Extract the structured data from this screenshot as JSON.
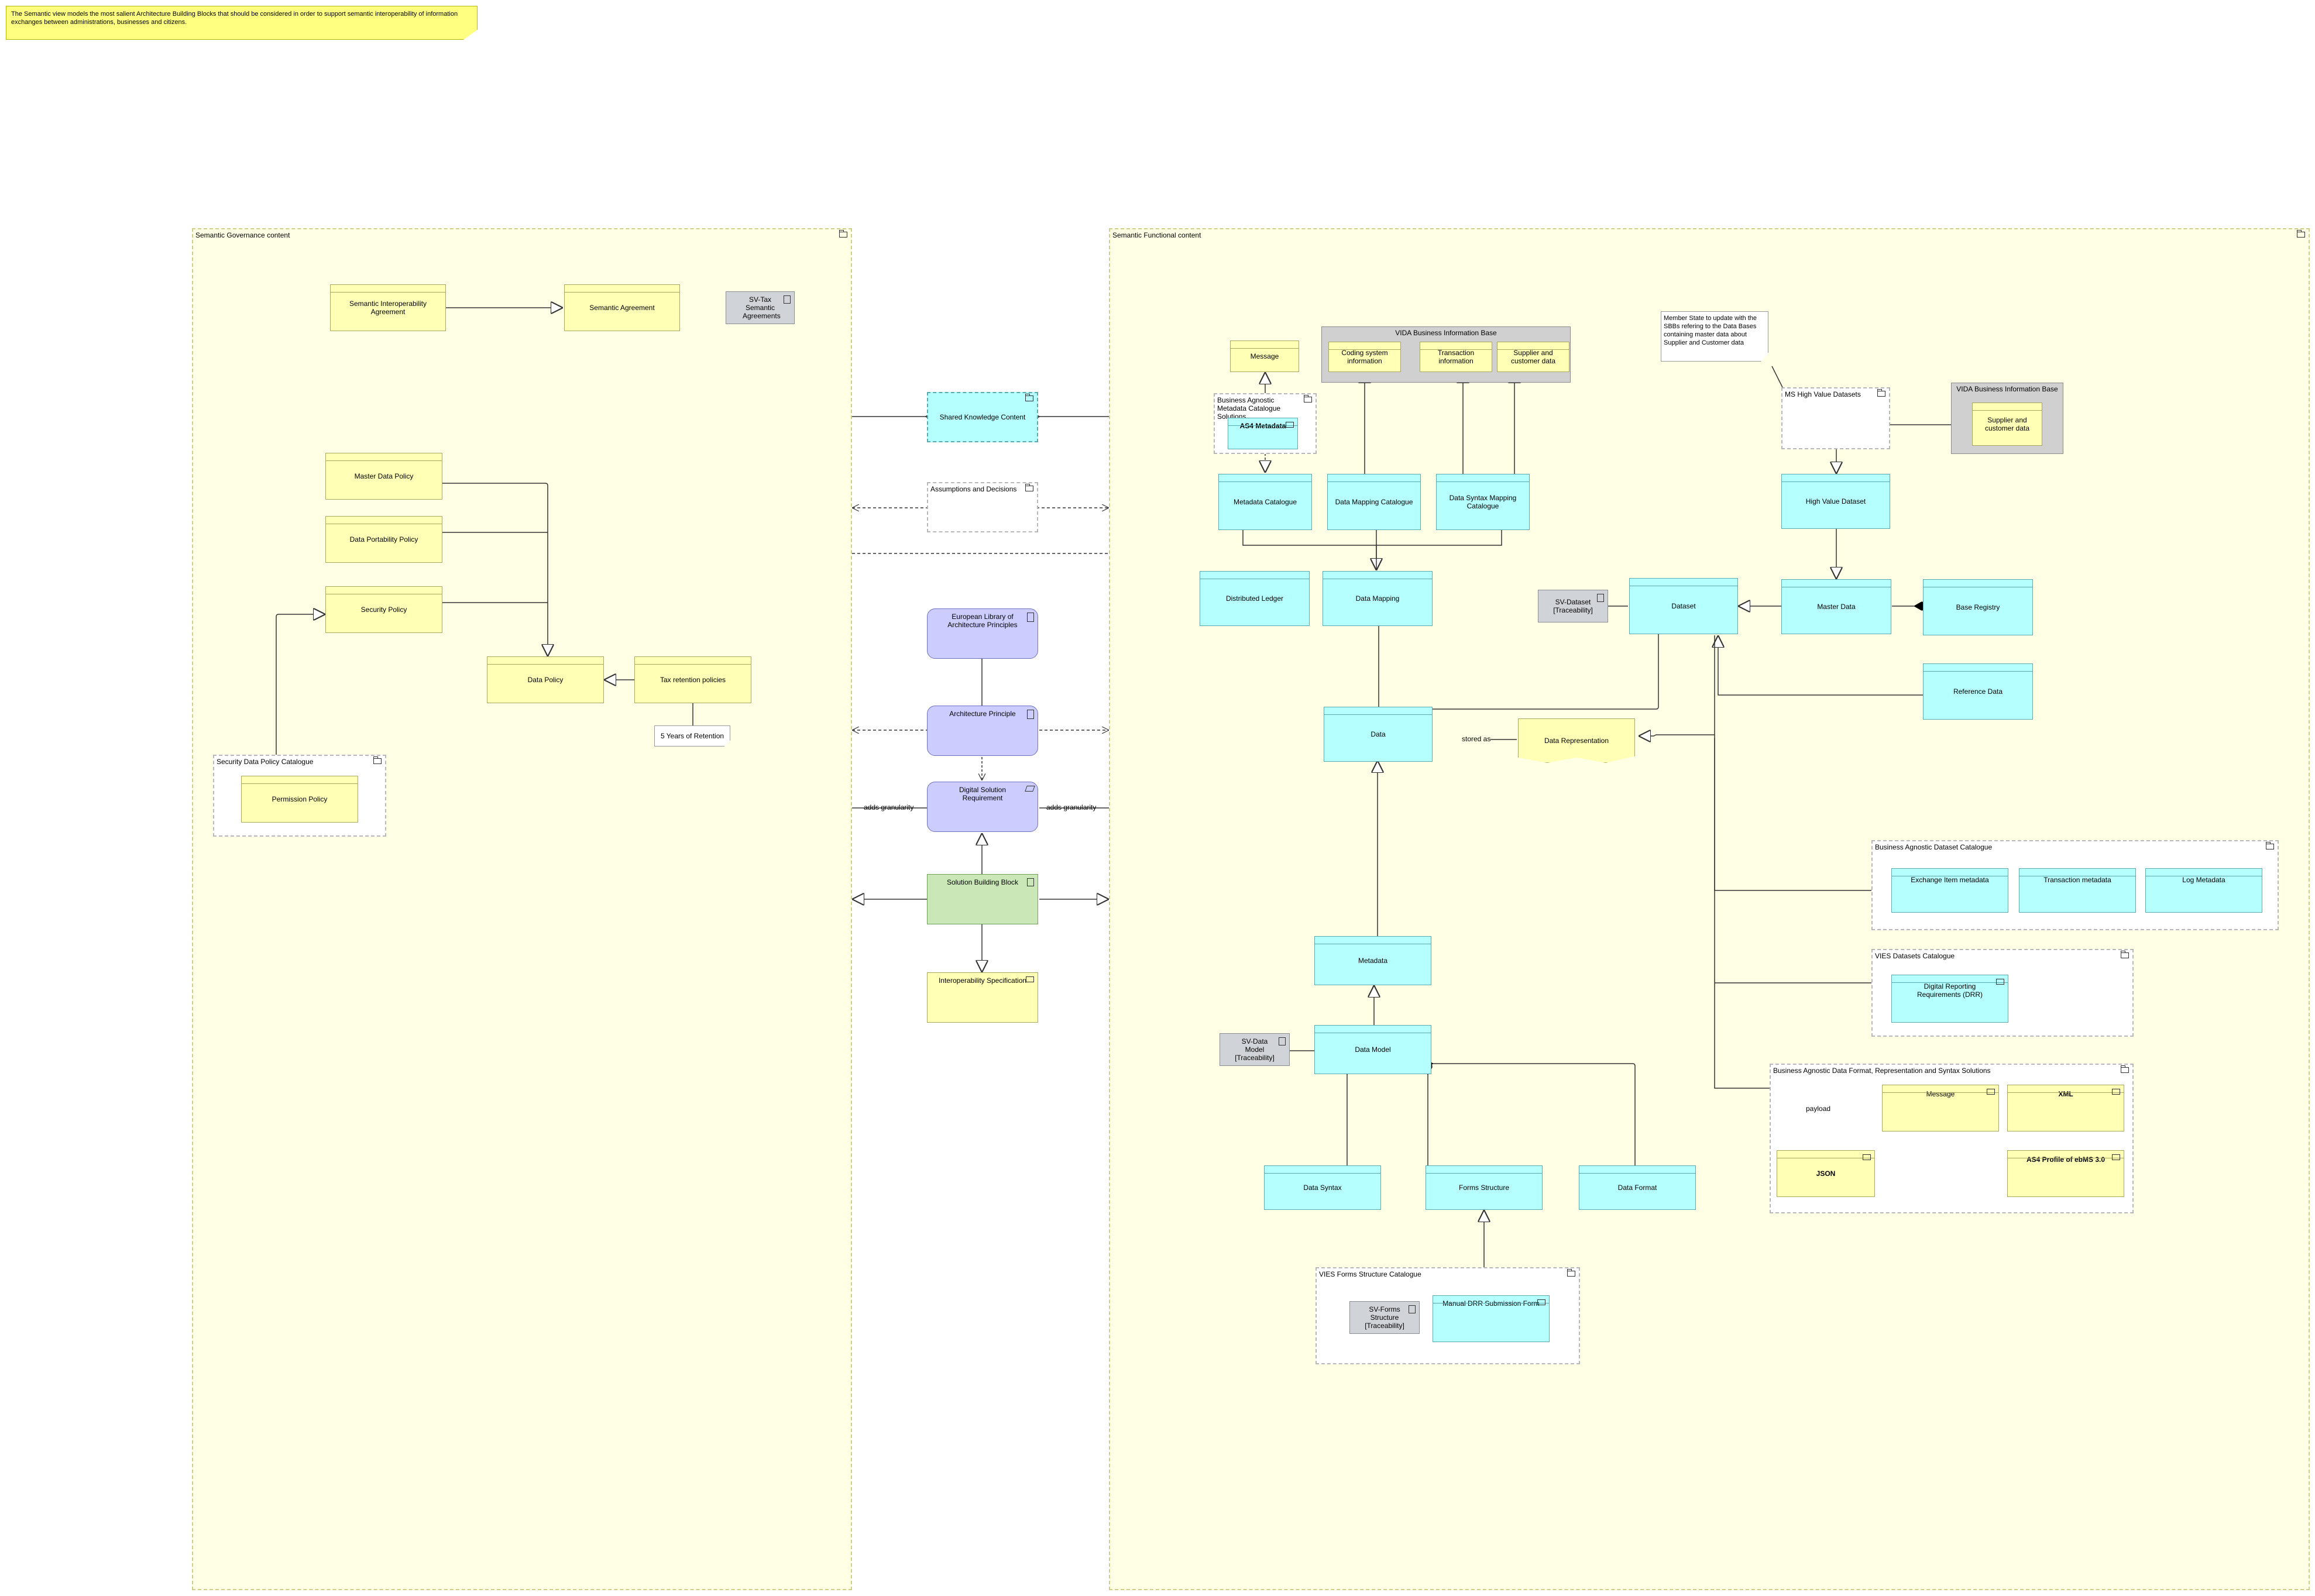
{
  "note": {
    "text": "The Semantic view models the most salient Architecture Building Blocks that should be considered in order to support semantic interoperability of information exchanges between administrations, businesses and citizens."
  },
  "governance": {
    "label": "Semantic Governance content",
    "semantic_interop_agreement": "Semantic Interoperability Agreement",
    "semantic_agreement": "Semantic Agreement",
    "sv_tax": "SV-Tax Semantic Agreements",
    "master_data_policy": "Master Data Policy",
    "data_portability_policy": "Data Portability Policy",
    "security_policy": "Security Policy",
    "data_policy": "Data Policy",
    "tax_retention": "Tax retention policies",
    "retention_note": "5 Years of Retention",
    "security_catalogue": "Security Data Policy Catalogue",
    "permission_policy": "Permission Policy"
  },
  "middle": {
    "shared_knowledge": "Shared Knowledge Content",
    "assumptions": "Assumptions and Decisions",
    "european_library": "European Library of Architecture Principles",
    "architecture_principle": "Architecture Principle",
    "digital_solution": "Digital Solution Requirement",
    "solution_building_block": "Solution Building Block",
    "interop_spec": "Interoperability Specification",
    "adds_granularity_left": "adds granularity",
    "adds_granularity_right": "adds granularity"
  },
  "functional": {
    "label": "Semantic Functional content",
    "message_top": "Message",
    "vida_base": "VIDA Business Information Base",
    "coding_system": "Coding system information",
    "transaction_info": "Transaction information",
    "supplier_customer": "Supplier and customer data",
    "ba_metadata_catalogue": "Business Agnostic Metadata Catalogue Solutions",
    "as4_metadata": "AS4 Metadata",
    "metadata_catalogue": "Metadata Catalogue",
    "data_mapping_catalogue": "Data Mapping Catalogue",
    "data_syntax_mapping_catalogue": "Data Syntax Mapping Catalogue",
    "distributed_ledger": "Distributed Ledger",
    "data_mapping": "Data Mapping",
    "sv_dataset": "SV-Dataset [Traceability]",
    "dataset": "Dataset",
    "ms_note": "Member State to update with the SBBs refering to the Data Bases containing master data about Supplier and Customer data",
    "ms_high_value": "MS High Value Datasets",
    "vida_base2": "VIDA Business Information Base",
    "supplier_customer2": "Supplier and customer data",
    "high_value_dataset": "High Value Dataset",
    "master_data": "Master Data",
    "base_registry": "Base Registry",
    "reference_data": "Reference Data",
    "data": "Data",
    "stored_as": "stored as",
    "data_representation": "Data Representation",
    "ba_dataset_catalogue": "Business Agnostic Dataset Catalogue",
    "exchange_item": "Exchange Item metadata",
    "transaction_metadata": "Transaction metadata",
    "log_metadata": "Log Metadata",
    "vies_datasets": "VIES Datasets Catalogue",
    "drr": "Digital Reporting Requirements (DRR)",
    "metadata": "Metadata",
    "sv_data_model": "SV-Data Model [Traceability]",
    "data_model": "Data Model",
    "ba_format": "Business Agnostic Data Format, Representation and Syntax Solutions",
    "message": "Message",
    "xml": "XML",
    "payload": "payload",
    "json": "JSON",
    "as4_profile": "AS4 Profile of ebMS 3.0",
    "data_syntax": "Data Syntax",
    "forms_structure": "Forms Structure",
    "data_format": "Data Format",
    "vies_forms": "VIES Forms Structure Catalogue",
    "sv_forms": "SV-Forms Structure [Traceability]",
    "manual_drr": "Manual DRR Submission Form"
  }
}
